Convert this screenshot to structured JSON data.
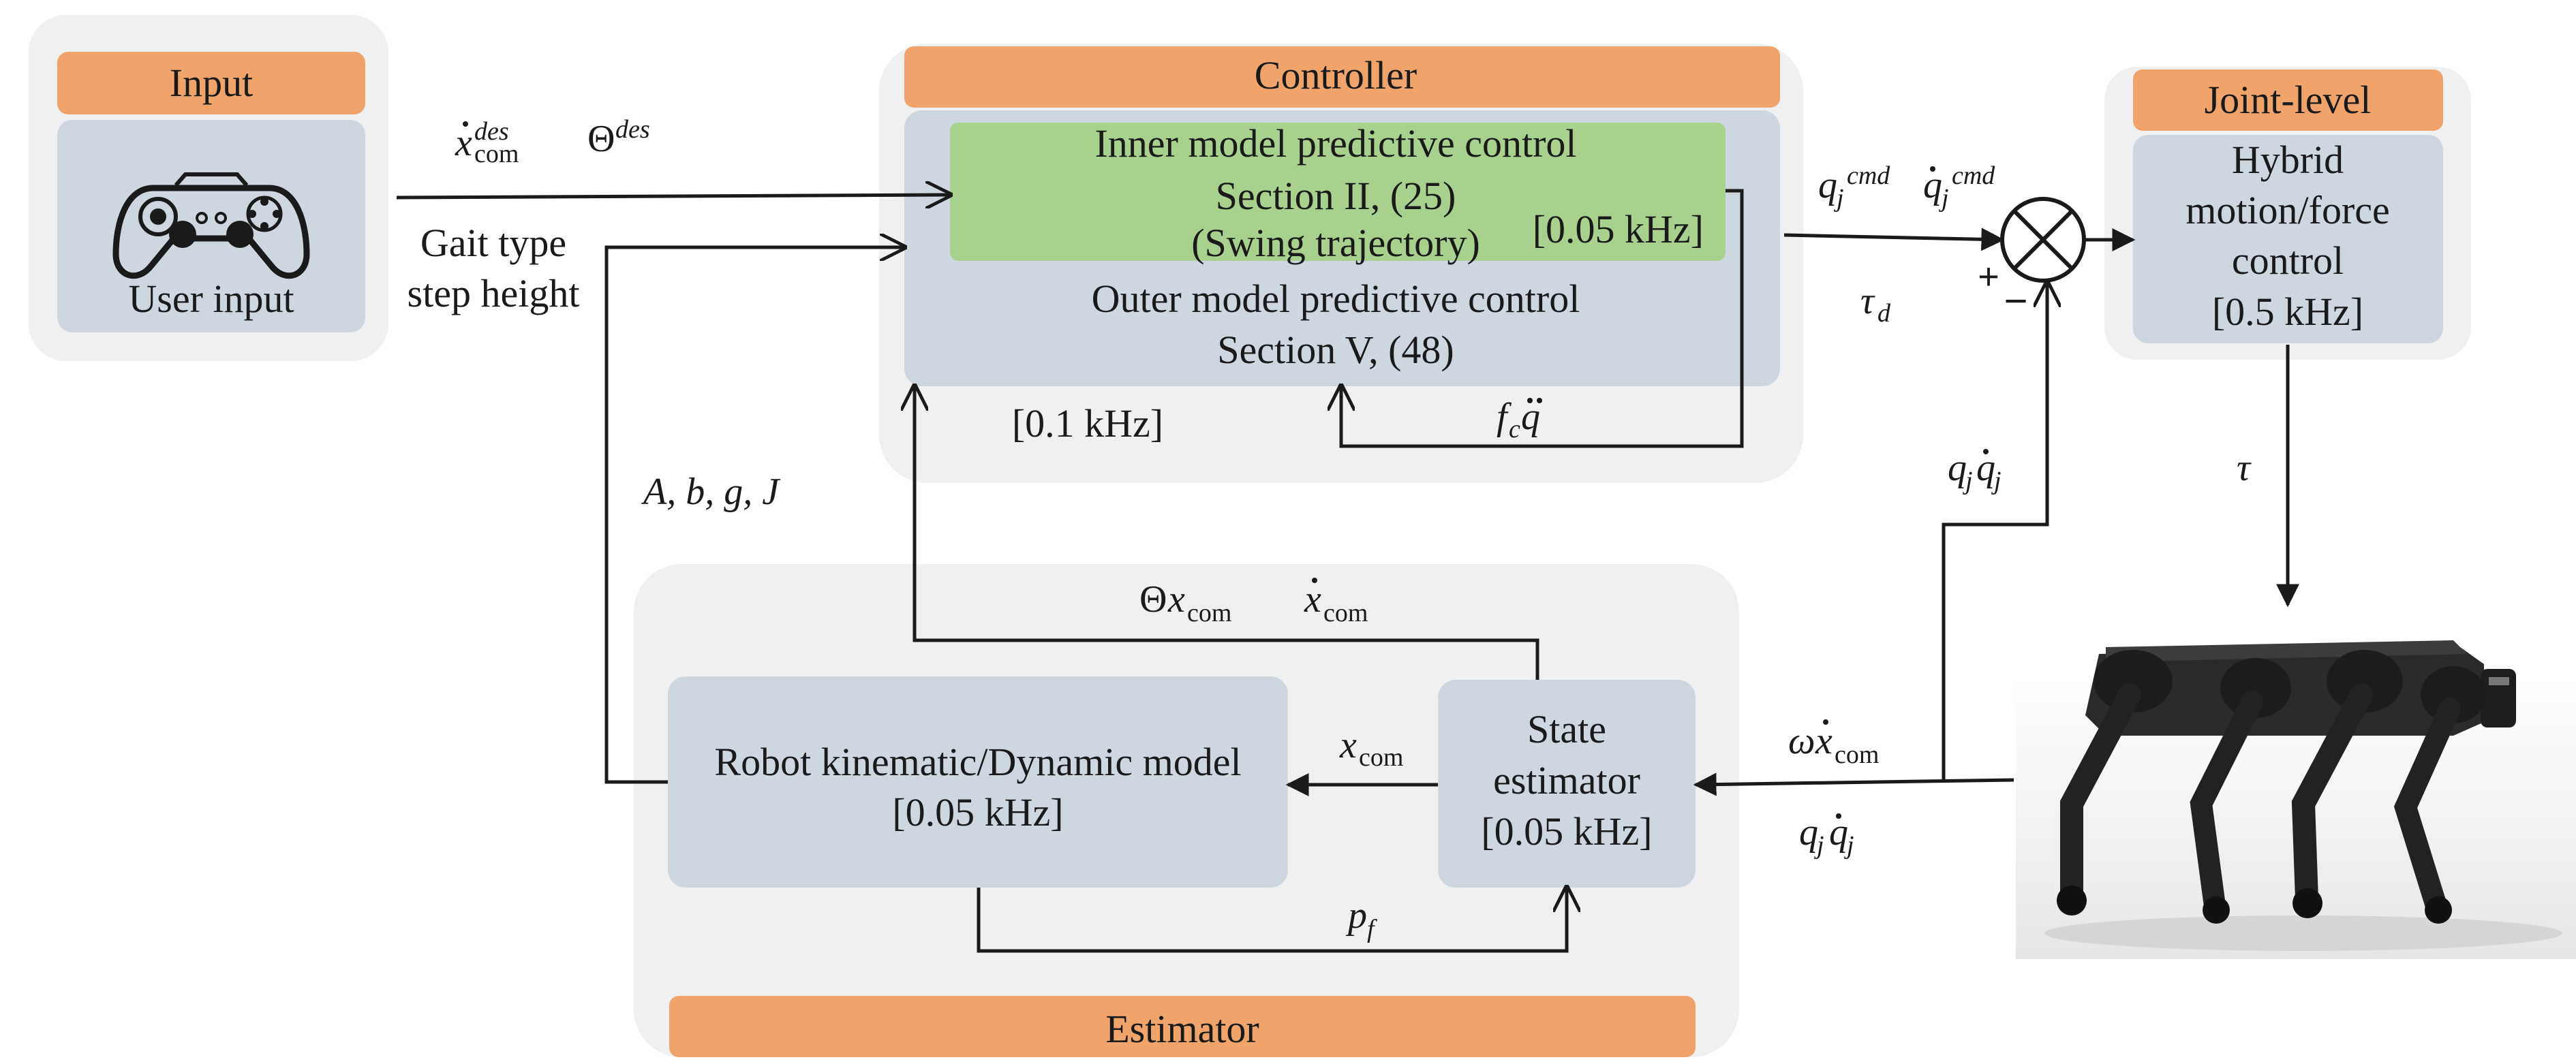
{
  "colors": {
    "panel": "#f0f0f0",
    "block": "#ced6e0",
    "header": "#f0a46b",
    "inner_mpc": "#a9d18e",
    "line": "#1a1a1a"
  },
  "input": {
    "header": "Input",
    "icon": "gamepad-icon",
    "label": "User input"
  },
  "controller": {
    "header": "Controller",
    "inner_line1": "Inner model predictive control",
    "inner_line2": "Section II, (25)",
    "inner_line3": "(Swing trajectory)",
    "inner_rate": "[0.05 kHz]",
    "outer_line1": "Outer model predictive control",
    "outer_line2": "Section V, (48)",
    "outer_rate": "[0.1 kHz]"
  },
  "joint": {
    "header": "Joint-level",
    "line1": "Hybrid",
    "line2": "motion/force",
    "line3": "control",
    "rate": "[0.5 kHz]"
  },
  "estimator": {
    "header": "Estimator",
    "model_line1": "Robot kinematic/Dynamic model",
    "model_rate": "[0.05 kHz]",
    "state_line1": "State",
    "state_line2": "estimator",
    "state_rate": "[0.05 kHz]"
  },
  "signals": {
    "gait_type": "Gait type",
    "step_height": "step height",
    "model_params": "A, b, g, J",
    "plus": "+",
    "minus": "−"
  },
  "robot": {
    "icon": "quadruped-robot-icon"
  }
}
